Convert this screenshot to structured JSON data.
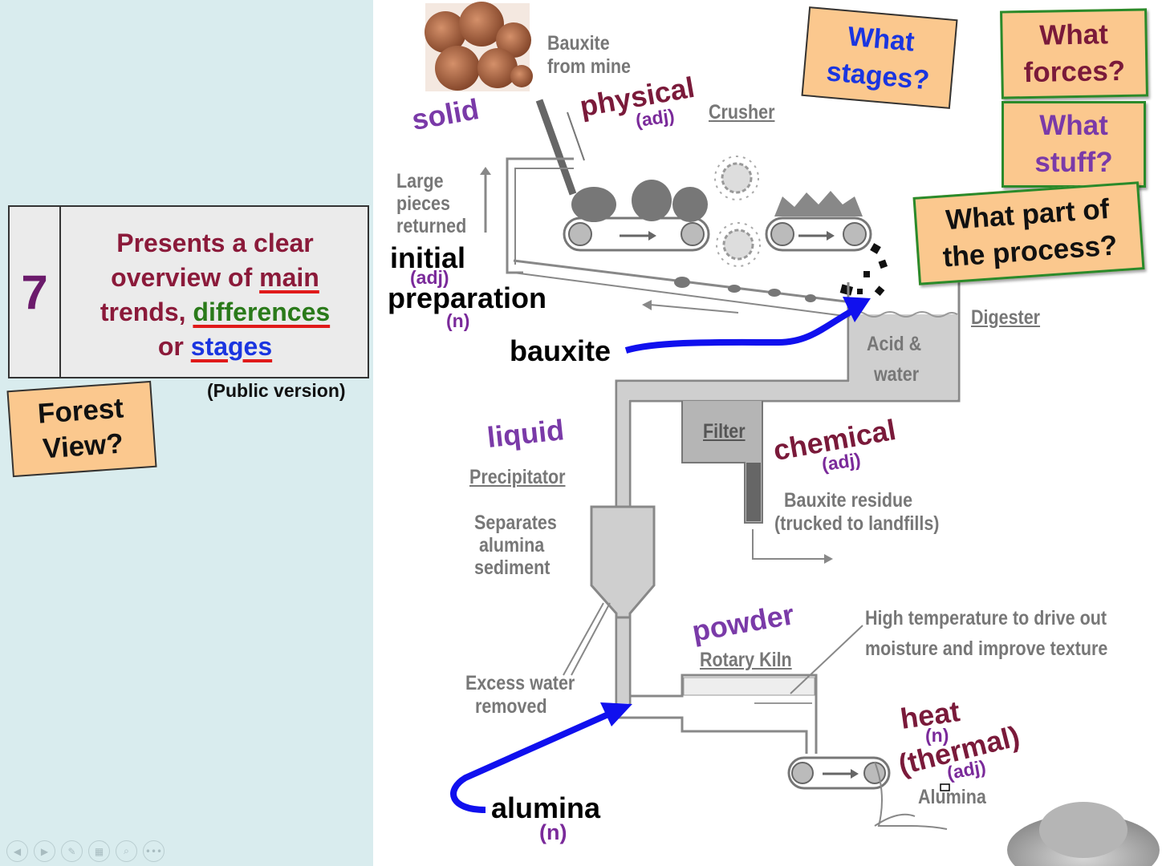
{
  "criterion": {
    "number": "7",
    "text_before": "Presents a clear overview of",
    "word_main": "main",
    "text_mid": "trends,",
    "word_differences": "differences",
    "text_or": "or",
    "word_stages": "stages"
  },
  "public_version": "(Public version)",
  "forest_view": {
    "line1": "Forest",
    "line2": "View?"
  },
  "question_cards": {
    "stages": {
      "line1": "What",
      "line2": "stages?"
    },
    "forces": {
      "line1": "What",
      "line2": "forces?"
    },
    "stuff": {
      "line1": "What",
      "line2": "stuff?"
    },
    "part": {
      "line1": "What part of",
      "line2": "the process?"
    }
  },
  "diagram_labels": {
    "bauxite_from_mine": [
      "Bauxite",
      "from mine"
    ],
    "crusher": "Crusher",
    "large_pieces": [
      "Large",
      "pieces",
      "returned"
    ],
    "digester": "Digester",
    "acid_water": [
      "Acid &",
      "water"
    ],
    "filter": "Filter",
    "precipitator": "Precipitator",
    "separates": [
      "Separates",
      "alumina",
      "sediment"
    ],
    "residue": [
      "Bauxite residue",
      "(trucked to landfills)"
    ],
    "high_temp": [
      "High temperature to drive out",
      "moisture and improve texture"
    ],
    "rotary_kiln": "Rotary Kiln",
    "excess_water": [
      "Excess water",
      "removed"
    ],
    "alumina_small": "Alumina"
  },
  "annotations": {
    "solid": "solid",
    "physical": "physical",
    "physical_pos": "(adj)",
    "initial": "initial",
    "initial_pos": "(adj)",
    "preparation": "preparation",
    "preparation_pos": "(n)",
    "bauxite": "bauxite",
    "liquid": "liquid",
    "chemical": "chemical",
    "chemical_pos": "(adj)",
    "powder": "powder",
    "heat": "heat",
    "heat_pos": "(n)",
    "thermal": "(thermal)",
    "thermal_pos": "(adj)",
    "alumina": "alumina",
    "alumina_pos": "(n)"
  },
  "nav_icons": [
    "prev-icon",
    "next-icon",
    "pen-icon",
    "slides-icon",
    "zoom-icon",
    "more-icon"
  ],
  "colors": {
    "panel": "#d9ecee",
    "card": "#fbc88e",
    "arrow": "#1010ee"
  }
}
